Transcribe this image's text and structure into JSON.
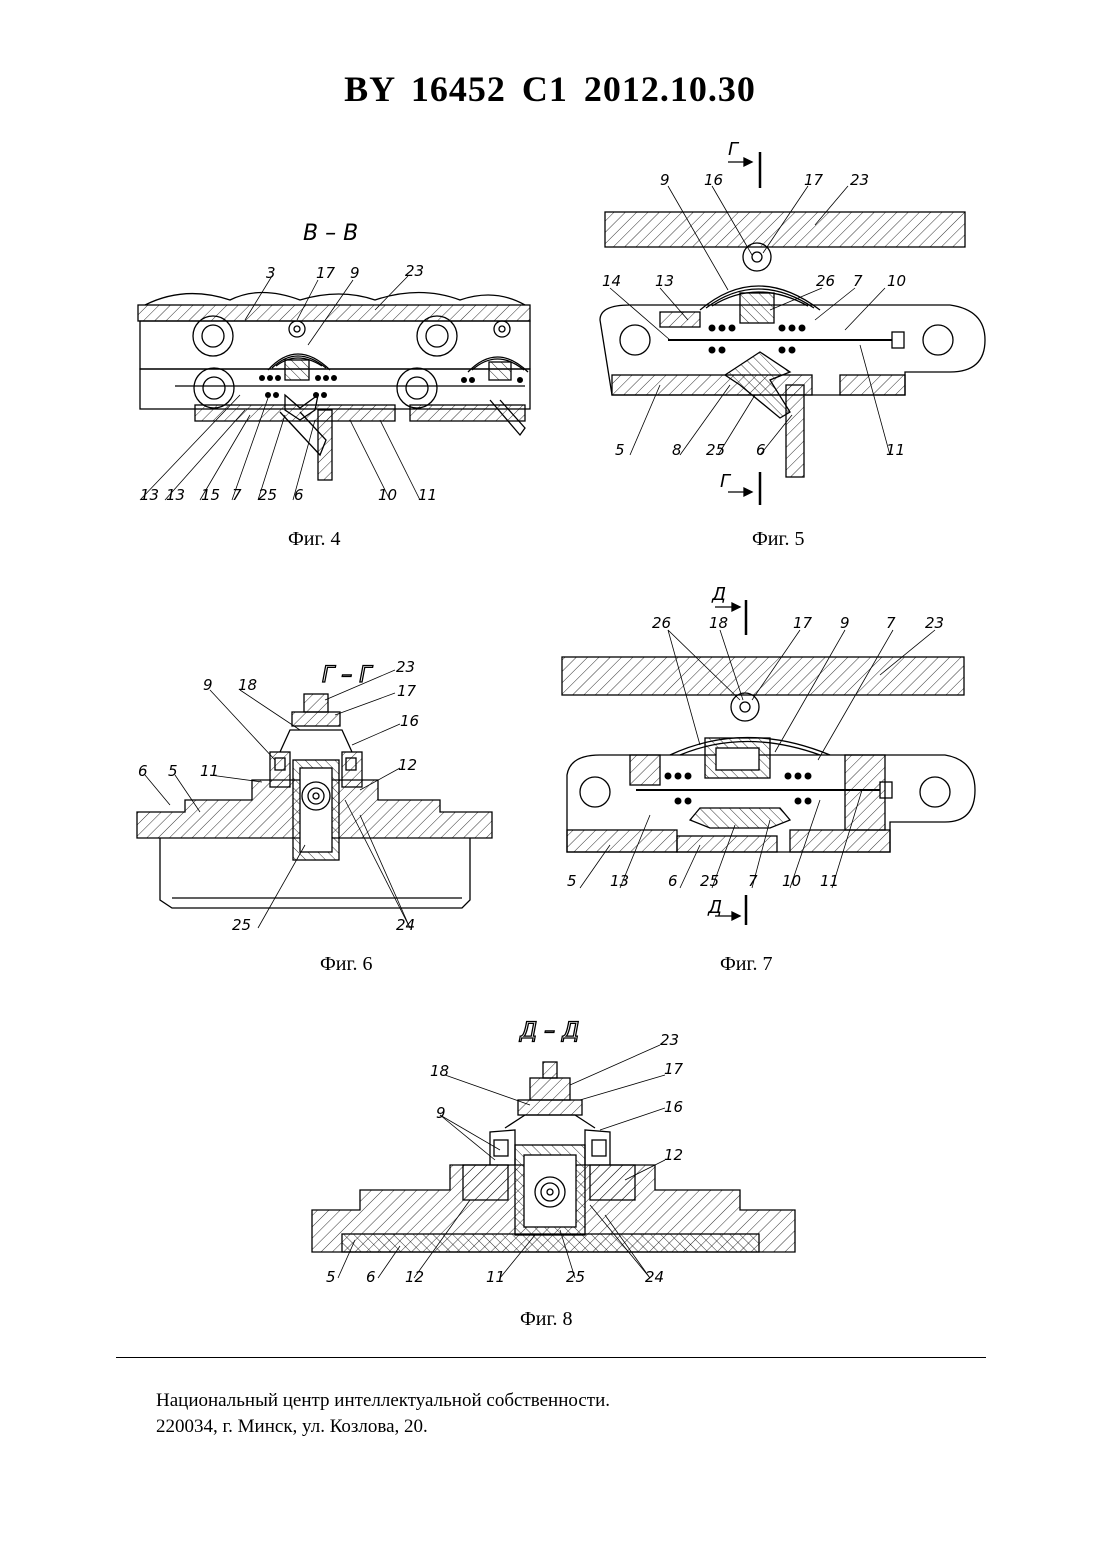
{
  "header": {
    "title": "BY 16452 C1 2012.10.30"
  },
  "figures": {
    "fig4": {
      "caption": "Фиг. 4",
      "section": "В – В",
      "labels": [
        "3",
        "17",
        "9",
        "23",
        "13",
        "13",
        "15",
        "7",
        "25",
        "6",
        "10",
        "11"
      ]
    },
    "fig5": {
      "caption": "Фиг. 5",
      "cut_mark": "Г",
      "labels": [
        "9",
        "16",
        "17",
        "23",
        "14",
        "13",
        "26",
        "7",
        "10",
        "5",
        "8",
        "25",
        "6",
        "11"
      ]
    },
    "fig6": {
      "caption": "Фиг. 6",
      "section": "Г – Г",
      "labels": [
        "23",
        "9",
        "18",
        "17",
        "16",
        "6",
        "5",
        "11",
        "12",
        "25",
        "24"
      ]
    },
    "fig7": {
      "caption": "Фиг. 7",
      "cut_mark": "Д",
      "labels": [
        "26",
        "18",
        "17",
        "9",
        "7",
        "23",
        "5",
        "13",
        "6",
        "25",
        "7",
        "10",
        "11"
      ]
    },
    "fig8": {
      "caption": "Фиг. 8",
      "section": "Д – Д",
      "labels": [
        "23",
        "18",
        "17",
        "9",
        "16",
        "12",
        "5",
        "6",
        "12",
        "11",
        "25",
        "24"
      ]
    }
  },
  "footer": {
    "line1": "Национальный центр интеллектуальной собственности.",
    "line2": "220034, г. Минск, ул. Козлова, 20."
  },
  "colors": {
    "ink": "#000000",
    "paper": "#ffffff"
  }
}
